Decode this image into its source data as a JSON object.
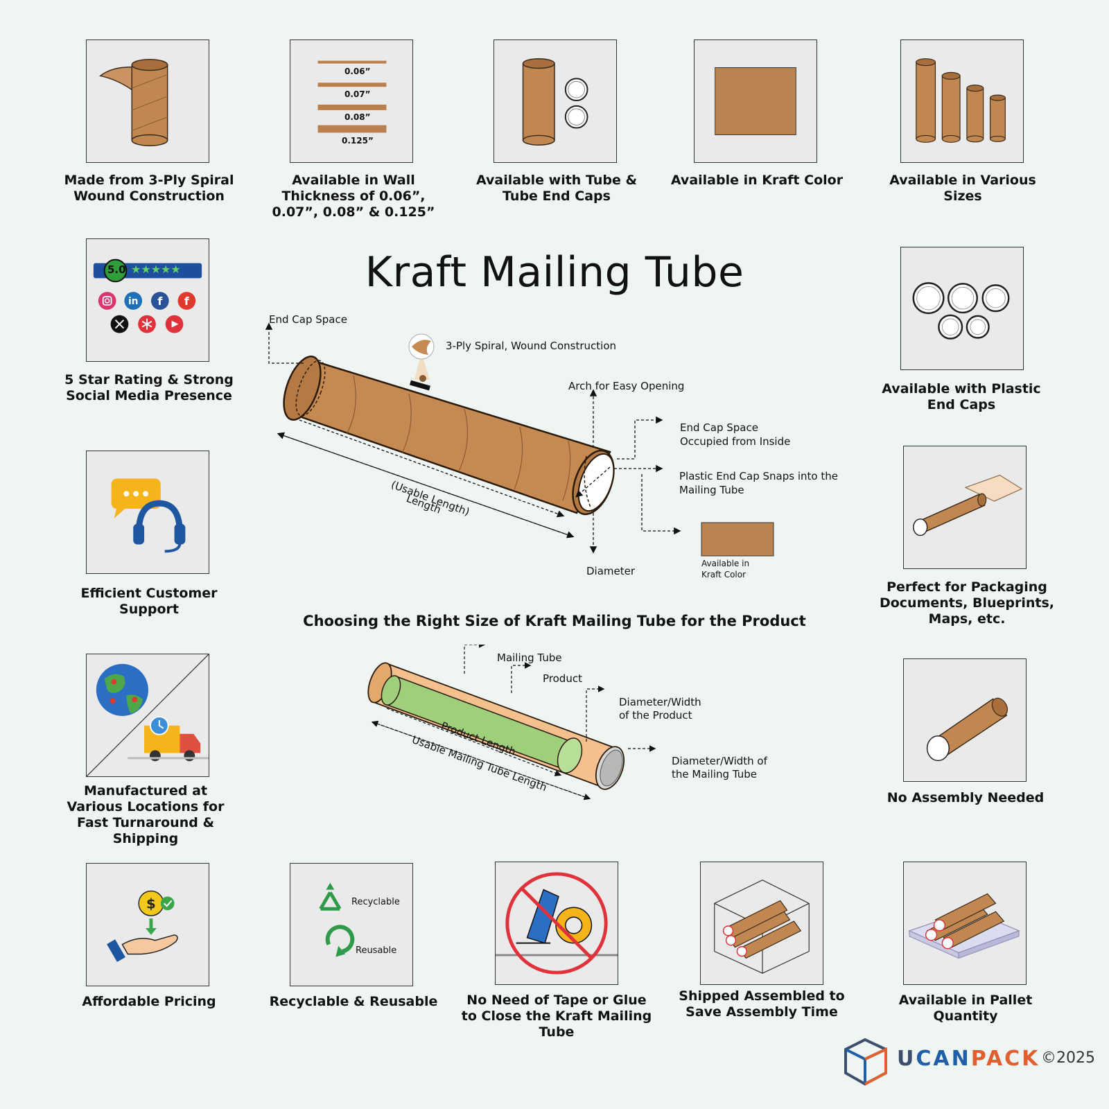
{
  "title": "Kraft Mailing Tube",
  "subtitle": "Choosing the Right Size of Kraft Mailing Tube for the Product",
  "features": {
    "spiral": "Made from 3-Ply Spiral Wound Construction",
    "wall": "Available in Wall Thickness of 0.06”, 0.07”, 0.08” & 0.125”",
    "endcaps": "Available with Tube & Tube End Caps",
    "kraft": "Available in Kraft Color",
    "sizes": "Available in Various Sizes",
    "rating": "5 Star Rating & Strong Social Media Presence",
    "plastic": "Available with Plastic End Caps",
    "support": "Efficient Customer Support",
    "packaging": "Perfect for Packaging Documents, Blueprints, Maps, etc.",
    "locations": "Manufactured at Various Locations for Fast Turnaround & Shipping",
    "assembly": "No Assembly Needed",
    "pricing": "Affordable Pricing",
    "recycle": "Recyclable & Reusable",
    "tape": "No Need of Tape or Glue to Close the Kraft Mailing Tube",
    "shipped": "Shipped Assembled to Save Assembly Time",
    "pallet": "Available in Pallet Quantity"
  },
  "wall_thickness": [
    "0.06”",
    "0.07”",
    "0.08”",
    "0.125”"
  ],
  "rating_value": "5.0",
  "rating_stars": "★★★★★",
  "recycle_labels": {
    "recyclable": "Recyclable",
    "reusable": "Reusable"
  },
  "diagram1": {
    "end_cap_space": "End Cap Space",
    "spiral": "3-Ply Spiral, Wound Construction",
    "arch": "Arch for Easy Opening",
    "occupied_line1": "End Cap Space",
    "occupied_line2": "Occupied from Inside",
    "snaps_line1": "Plastic End Cap Snaps into the",
    "snaps_line2": "Mailing Tube",
    "usable_length": "(Usable Length)",
    "length": "Length",
    "diameter": "Diameter",
    "kraft_line1": "Available in",
    "kraft_line2": "Kraft Color"
  },
  "diagram2": {
    "mailing_tube": "Mailing Tube",
    "product": "Product",
    "diam_product_line1": "Diameter/Width",
    "diam_product_line2": "of the Product",
    "product_length": "Product Length",
    "usable_tube_length": "Usable Mailing Tube Length",
    "diam_tube_line1": "Diameter/Width of",
    "diam_tube_line2": "the Mailing Tube"
  },
  "logo": {
    "part1": "U",
    "part2": "CAN",
    "part3": "PACK",
    "copyright": "©2025"
  },
  "colors": {
    "kraft": "#c08850",
    "kraft_dark": "#a86f3c",
    "product_green": "#9fcf7a",
    "background": "#eef5f3",
    "tile": "#eaeaea",
    "brand_blue": "#1f5fa8",
    "brand_orange": "#e06030"
  }
}
